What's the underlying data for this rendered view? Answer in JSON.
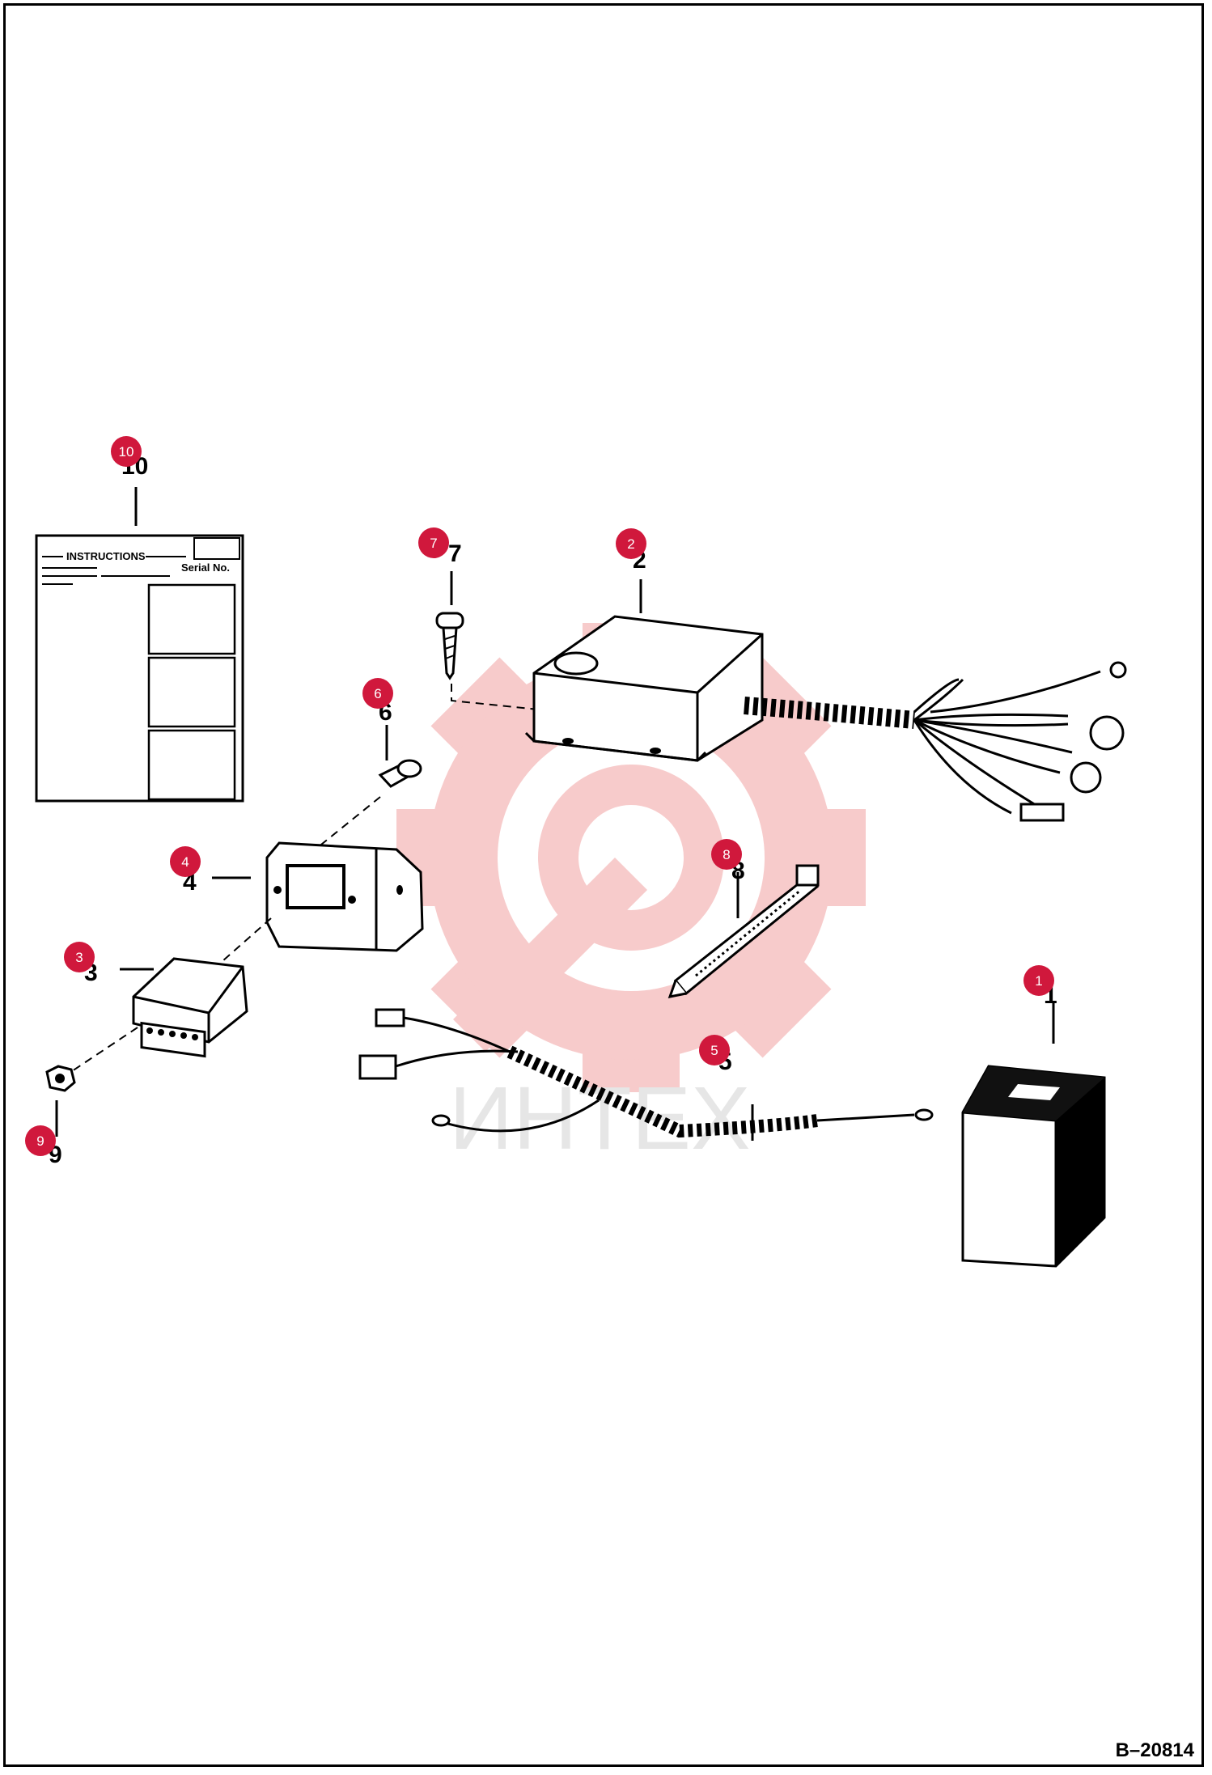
{
  "reference_code": "B–20814",
  "watermark_text": "ИНТЕХ",
  "instruction_sheet": {
    "heading": "INSTRUCTIONS",
    "serial_label": "Serial No."
  },
  "colors": {
    "callout": "#d0183c",
    "watermark": "#f6c2c2",
    "line": "#000000"
  },
  "callouts": [
    {
      "label": "1",
      "digit": "1"
    },
    {
      "label": "2",
      "digit": "2"
    },
    {
      "label": "3",
      "digit": "3"
    },
    {
      "label": "4",
      "digit": "4"
    },
    {
      "label": "5",
      "digit": "5"
    },
    {
      "label": "6",
      "digit": "6"
    },
    {
      "label": "7",
      "digit": "7"
    },
    {
      "label": "8",
      "digit": "8"
    },
    {
      "label": "9",
      "digit": "9"
    },
    {
      "label": "10",
      "digit": "10"
    }
  ]
}
